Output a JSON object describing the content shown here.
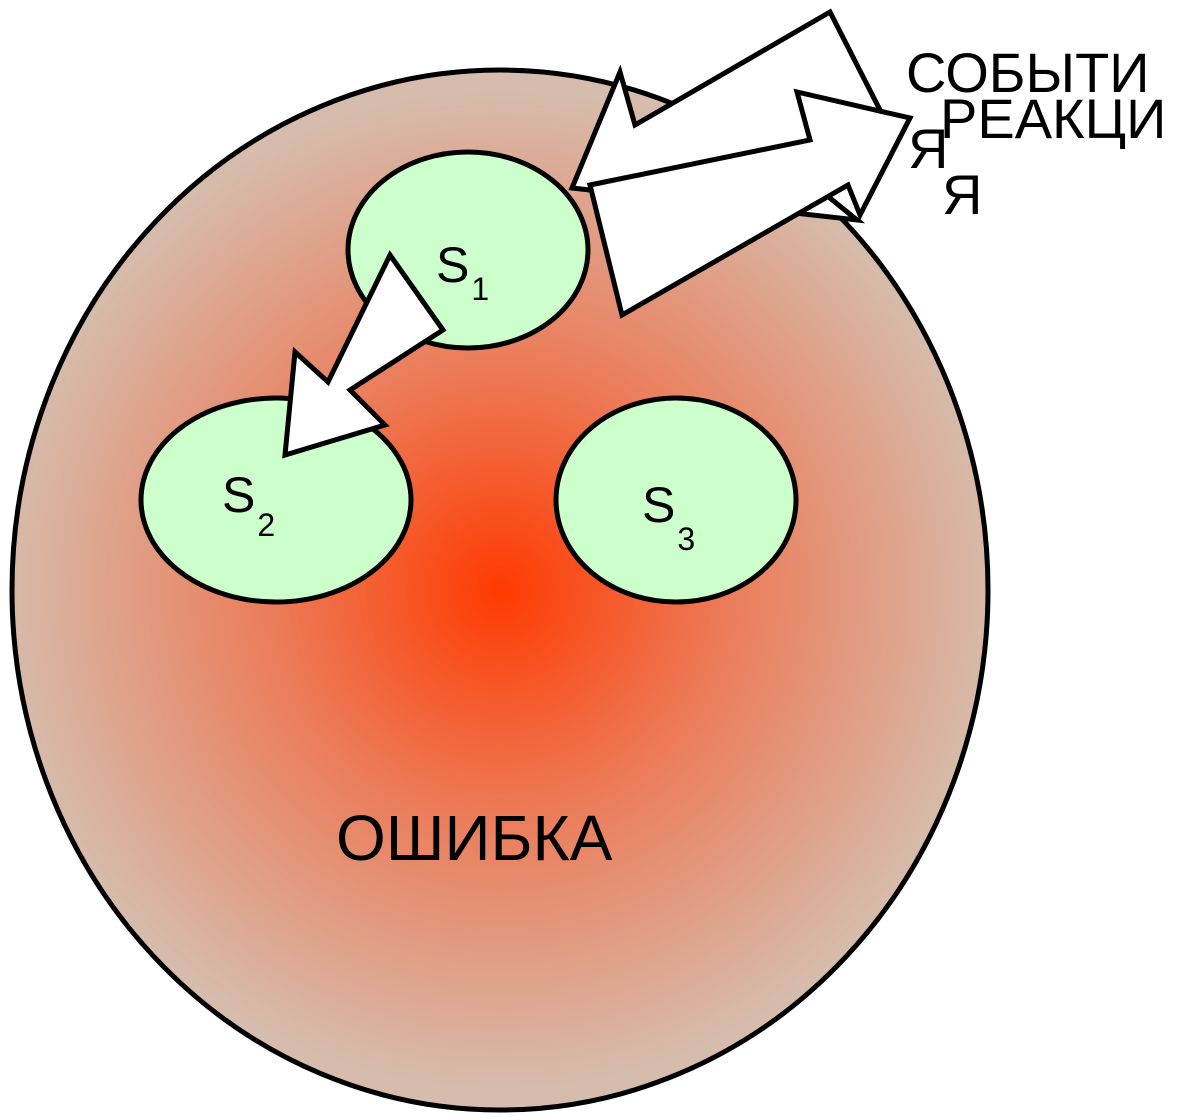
{
  "diagram": {
    "error_region": {
      "label": "ОШИБКА"
    },
    "states": [
      {
        "letter": "S",
        "index": "1"
      },
      {
        "letter": "S",
        "index": "2"
      },
      {
        "letter": "S",
        "index": "3"
      }
    ],
    "external": {
      "event_label_line1": "СОБЫТИ",
      "event_label_line2": "Я",
      "reaction_label_line1": "РЕАКЦИ",
      "reaction_label_line2": "Я"
    }
  },
  "colors": {
    "error_center": "#ff3a00",
    "error_mid": "#ec7b58",
    "error_edge": "#d6bcac",
    "state_fill": "#ccffcc",
    "arrow_fill": "#ffffff",
    "stroke": "#000000"
  }
}
